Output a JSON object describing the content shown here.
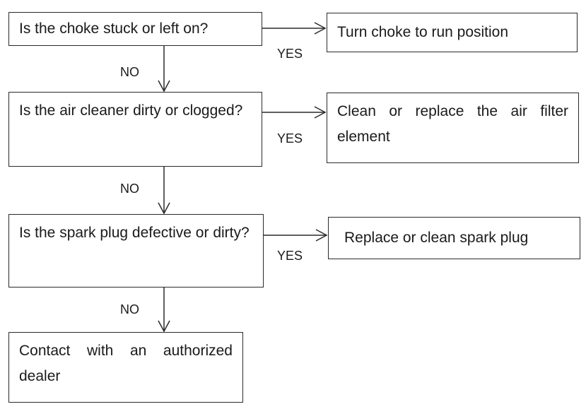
{
  "flowchart": {
    "decisions": [
      {
        "text": "Is the choke stuck or left on?"
      },
      {
        "text": "Is the air cleaner dirty or clogged?"
      },
      {
        "text": "Is the spark plug defective or dirty?"
      }
    ],
    "actions": [
      {
        "text": "Turn choke to run position"
      },
      {
        "text": "Clean or replace the air filter element"
      },
      {
        "text": "Replace or clean spark plug"
      }
    ],
    "final": {
      "text": "Contact with an authorized dealer"
    },
    "yes_label": "YES",
    "no_label": "NO"
  }
}
